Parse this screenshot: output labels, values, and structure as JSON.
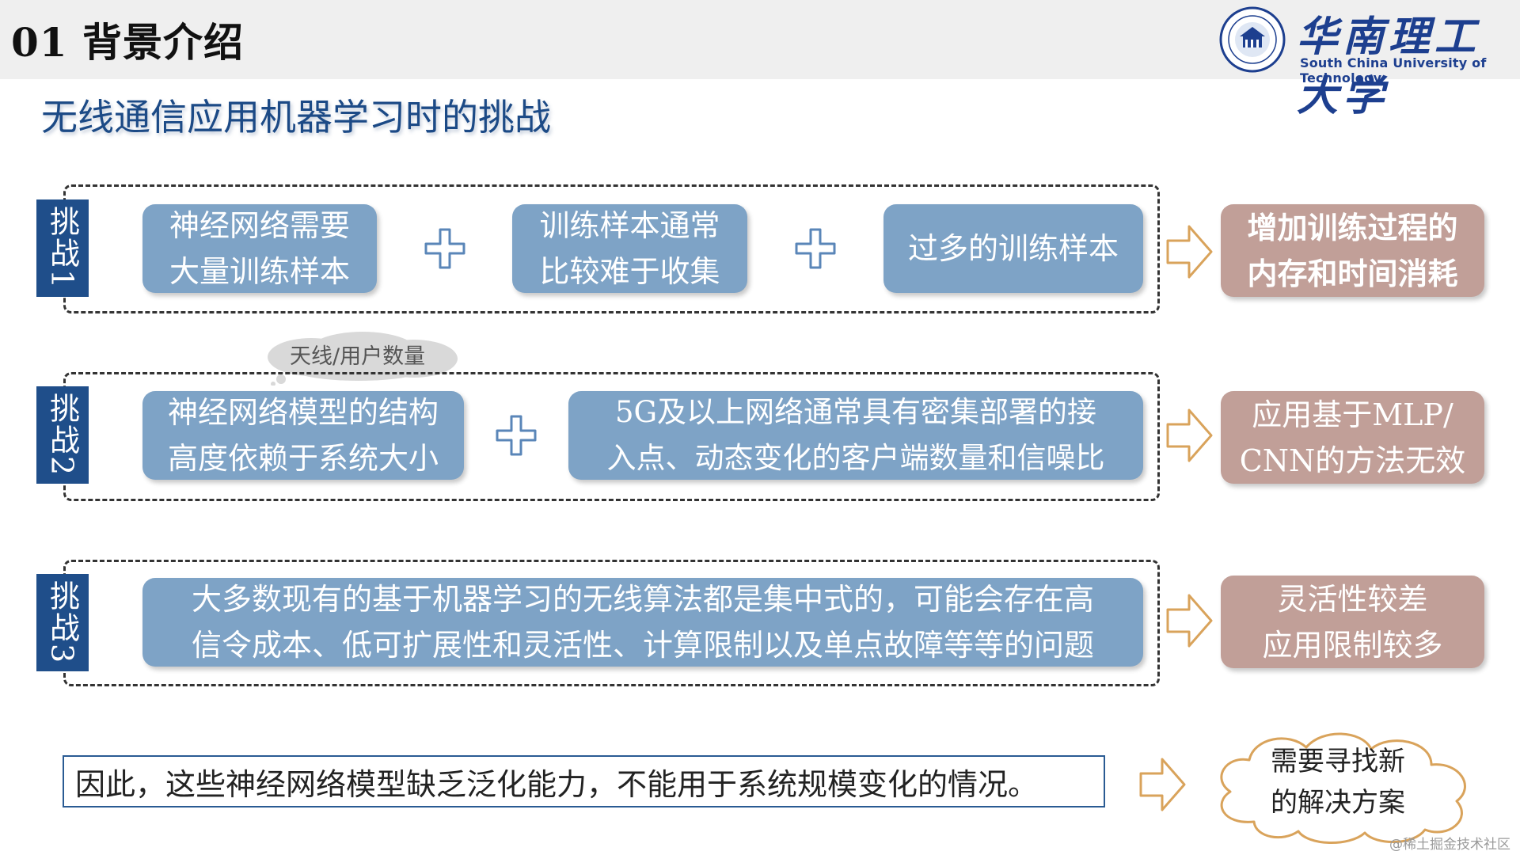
{
  "header": {
    "section_title": "01 背景介绍",
    "logo_cn": "华南理工大学",
    "logo_en": "South China University of Technology"
  },
  "heading": "无线通信应用机器学习时的挑战",
  "challenges": [
    {
      "tag": "挑战1",
      "boxes": [
        {
          "line1": "神经网络需要",
          "line2": "大量训练样本"
        },
        {
          "line1": "训练样本通常",
          "line2": "比较难于收集"
        },
        {
          "line1": "过多的训练样本",
          "line2": ""
        }
      ],
      "result": {
        "line1": "增加训练过程的",
        "line2": "内存和时间消耗"
      }
    },
    {
      "tag": "挑战2",
      "note": "天线/用户数量",
      "boxes": [
        {
          "line1": "神经网络模型的结构",
          "line2": "高度依赖于系统大小"
        },
        {
          "line1": "5G及以上网络通常具有密集部署的接",
          "line2": "入点、动态变化的客户端数量和信噪比"
        }
      ],
      "result": {
        "line1": "应用基于MLP/",
        "line2": "CNN的方法无效"
      }
    },
    {
      "tag": "挑战3",
      "boxes": [
        {
          "line1": "大多数现有的基于机器学习的无线算法都是集中式的，可能会存在高",
          "line2": "信令成本、低可扩展性和灵活性、计算限制以及单点故障等等的问题"
        }
      ],
      "result": {
        "line1": "灵活性较差",
        "line2": "应用限制较多"
      }
    }
  ],
  "conclusion": "因此，这些神经网络模型缺乏泛化能力，不能用于系统规模变化的情况。",
  "final_cloud": {
    "line1": "需要寻找新",
    "line2": "的解决方案"
  },
  "watermark": "@稀土掘金技术社区",
  "colors": {
    "blue_box": "#7ea3c6",
    "result_box": "#c19f98",
    "tag": "#1f4e8a",
    "heading": "#1c4a86",
    "arrow": "#d9a35b"
  }
}
